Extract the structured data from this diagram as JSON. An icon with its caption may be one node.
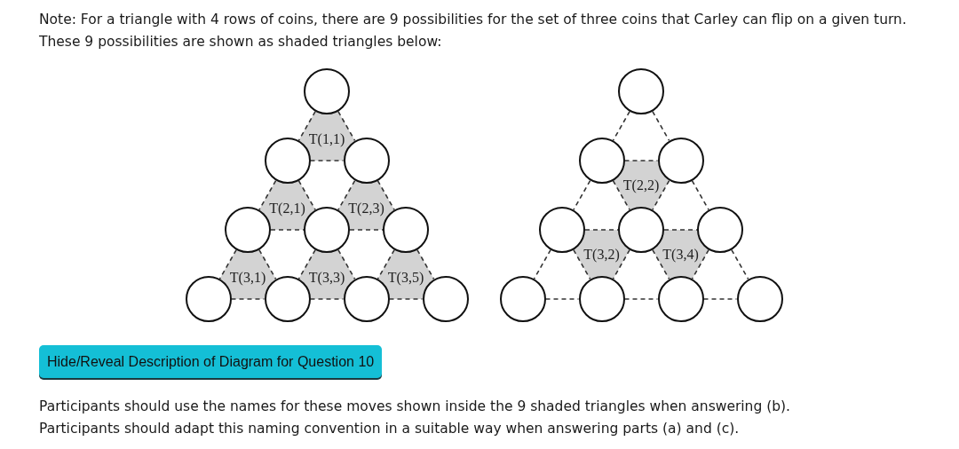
{
  "diagram": {
    "nodes": [
      {
        "text": [],
        "shape": "circle"
      },
      {
        "text": [],
        "shape": "circle"
      },
      {
        "text": [],
        "shape": "circle"
      },
      {
        "text": [],
        "shape": "circle"
      },
      {
        "text": [],
        "shape": "circle"
      },
      {
        "text": [],
        "shape": "circle"
      },
      {
        "text": [],
        "shape": "circle"
      },
      {
        "text": [],
        "shape": "circle"
      },
      {
        "text": [],
        "shape": "circle"
      },
      {
        "text": [],
        "shape": "circle"
      },
      {
        "text": [
          "T(1,1)"
        ]
      },
      {
        "text": [
          "T(2,1)"
        ]
      },
      {
        "text": [
          "T(2,3)"
        ]
      },
      {
        "text": [
          "T(3,1)"
        ]
      },
      {
        "text": [
          "T(3,3)"
        ]
      },
      {
        "text": [
          "T(3,5)"
        ]
      },
      {
        "text": [],
        "shape": "circle"
      },
      {
        "text": [],
        "shape": "circle"
      },
      {
        "text": [],
        "shape": "circle"
      },
      {
        "text": [],
        "shape": "circle"
      },
      {
        "text": [],
        "shape": "circle"
      },
      {
        "text": [],
        "shape": "circle"
      },
      {
        "text": [],
        "shape": "circle"
      },
      {
        "text": [],
        "shape": "circle"
      },
      {
        "text": [],
        "shape": "circle"
      },
      {
        "text": [],
        "shape": "circle"
      },
      {
        "text": [
          "T(2,2)"
        ]
      },
      {
        "text": [
          "T(3,2)"
        ]
      },
      {
        "text": [
          "T(3,4)"
        ]
      }
    ],
    "edges": [
      {
        "from": 0,
        "to": 1,
        "arrow": "none",
        "style": "dashed"
      },
      {
        "from": 0,
        "to": 2,
        "arrow": "none",
        "style": "dashed"
      },
      {
        "from": 1,
        "to": 2,
        "arrow": "none",
        "style": "dashed"
      },
      {
        "from": 1,
        "to": 3,
        "arrow": "none",
        "style": "dashed"
      },
      {
        "from": 1,
        "to": 4,
        "arrow": "none",
        "style": "dashed"
      },
      {
        "from": 2,
        "to": 4,
        "arrow": "none",
        "style": "dashed"
      },
      {
        "from": 2,
        "to": 5,
        "arrow": "none",
        "style": "dashed"
      },
      {
        "from": 3,
        "to": 4,
        "arrow": "none",
        "style": "dashed"
      },
      {
        "from": 4,
        "to": 5,
        "arrow": "none",
        "style": "dashed"
      },
      {
        "from": 3,
        "to": 6,
        "arrow": "none",
        "style": "dashed"
      },
      {
        "from": 3,
        "to": 7,
        "arrow": "none",
        "style": "dashed"
      },
      {
        "from": 4,
        "to": 7,
        "arrow": "none",
        "style": "dashed"
      },
      {
        "from": 4,
        "to": 8,
        "arrow": "none",
        "style": "dashed"
      },
      {
        "from": 5,
        "to": 8,
        "arrow": "none",
        "style": "dashed"
      },
      {
        "from": 5,
        "to": 9,
        "arrow": "none",
        "style": "dashed"
      },
      {
        "from": 6,
        "to": 7,
        "arrow": "none",
        "style": "dashed"
      },
      {
        "from": 7,
        "to": 8,
        "arrow": "none",
        "style": "dashed"
      },
      {
        "from": 8,
        "to": 9,
        "arrow": "none",
        "style": "dashed"
      },
      {
        "from": 16,
        "to": 17,
        "arrow": "none",
        "style": "dashed"
      },
      {
        "from": 16,
        "to": 18,
        "arrow": "none",
        "style": "dashed"
      },
      {
        "from": 17,
        "to": 18,
        "arrow": "none",
        "style": "dashed"
      },
      {
        "from": 17,
        "to": 19,
        "arrow": "none",
        "style": "dashed"
      },
      {
        "from": 17,
        "to": 20,
        "arrow": "none",
        "style": "dashed"
      },
      {
        "from": 18,
        "to": 20,
        "arrow": "none",
        "style": "dashed"
      },
      {
        "from": 18,
        "to": 21,
        "arrow": "none",
        "style": "dashed"
      },
      {
        "from": 19,
        "to": 20,
        "arrow": "none",
        "style": "dashed"
      },
      {
        "from": 20,
        "to": 21,
        "arrow": "none",
        "style": "dashed"
      },
      {
        "from": 19,
        "to": 22,
        "arrow": "none",
        "style": "dashed"
      },
      {
        "from": 19,
        "to": 23,
        "arrow": "none",
        "style": "dashed"
      },
      {
        "from": 20,
        "to": 23,
        "arrow": "none",
        "style": "dashed"
      },
      {
        "from": 20,
        "to": 24,
        "arrow": "none",
        "style": "dashed"
      },
      {
        "from": 21,
        "to": 24,
        "arrow": "none",
        "style": "dashed"
      },
      {
        "from": 21,
        "to": 25,
        "arrow": "none",
        "style": "dashed"
      },
      {
        "from": 22,
        "to": 23,
        "arrow": "none",
        "style": "dashed"
      },
      {
        "from": 23,
        "to": 24,
        "arrow": "none",
        "style": "dashed"
      },
      {
        "from": 24,
        "to": 25,
        "arrow": "none",
        "style": "dashed"
      }
    ],
    "labels": [
      "Note: For a triangle with 4 rows of coins, there are 9 possibilities for the set of three coins that Carley can flip on a given turn. These 9 possibilities are shown as shaded triangles below:",
      "Hide/Reveal Description of Diagram for Question 10",
      "Participants should use the names for these moves shown inside the 9 shaded triangles when answering (b).",
      "Participants should adapt this naming convention in a suitable way when answering parts (a) and (c)."
    ]
  }
}
